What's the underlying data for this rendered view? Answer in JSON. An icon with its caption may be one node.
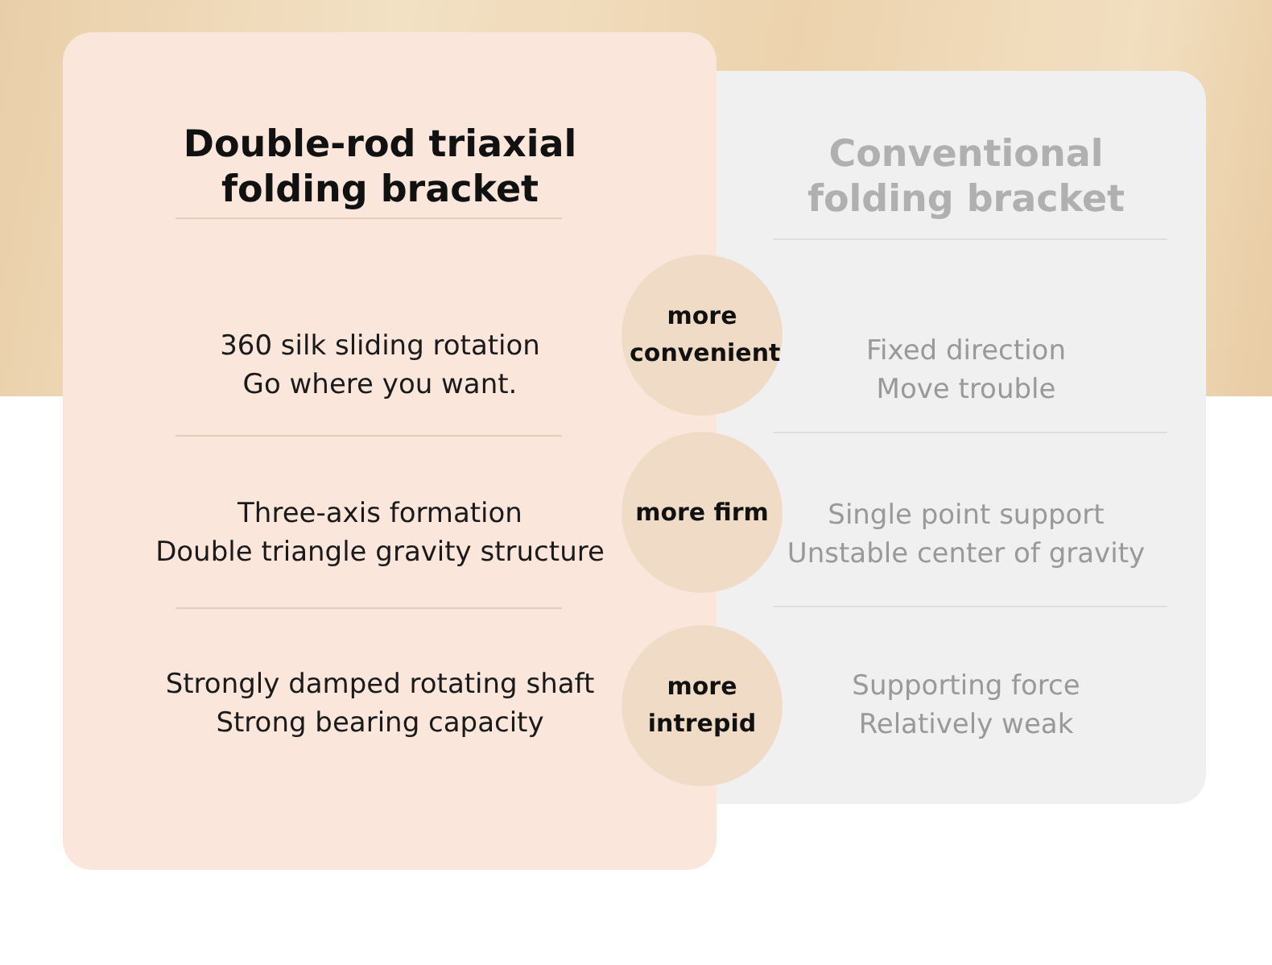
{
  "diagram": {
    "nodes": [
      {
        "text": [
          "Double-rod triaxial folding bracket",
          "360 silk sliding rotation",
          "Go where you want.",
          "Three-axis formation",
          "Double triangle gravity structure",
          "Strongly damped rotating shaft",
          "Strong bearing capacity"
        ]
      },
      {
        "text": [
          "Conventional folding bracket",
          "Fixed direction",
          "Move trouble",
          "Single point support",
          "Unstable center of gravity",
          "Supporting force",
          "Relatively weak"
        ]
      },
      {
        "text": [
          "more convenient"
        ]
      },
      {
        "text": [
          "more firm"
        ]
      },
      {
        "text": [
          "more intrepid"
        ]
      }
    ]
  }
}
